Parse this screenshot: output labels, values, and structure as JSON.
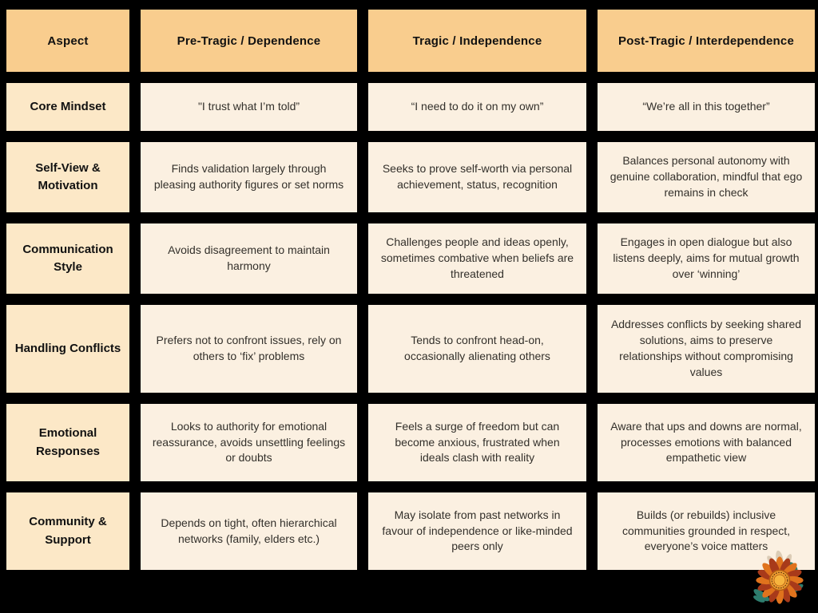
{
  "table": {
    "headers": [
      "Aspect",
      "Pre-Tragic / Dependence",
      "Tragic / Independence",
      "Post-Tragic / Interdependence"
    ],
    "rows": [
      {
        "label": "Core Mindset",
        "cells": [
          "\"I trust what I’m told”",
          "“I need to do it on my own”",
          "“We’re all in this together”"
        ]
      },
      {
        "label": "Self-View & Motivation",
        "cells": [
          "Finds validation largely through pleasing authority figures or set norms",
          "Seeks to prove self-worth via personal achievement, status, recognition",
          "Balances personal autonomy with genuine collaboration, mindful that ego remains in check"
        ]
      },
      {
        "label": "Communication Style",
        "cells": [
          "Avoids disagreement to maintain harmony",
          "Challenges people and ideas openly, sometimes combative when beliefs are threatened",
          "Engages in open dialogue but also listens deeply, aims for mutual growth over ‘winning’"
        ]
      },
      {
        "label": "Handling Conflicts",
        "cells": [
          "Prefers not to confront issues, rely on others to ‘fix’ problems",
          "Tends to confront head-on, occasionally alienating others",
          "Addresses conflicts by seeking shared solutions, aims to preserve relationships without compromising values"
        ]
      },
      {
        "label": "Emotional Responses",
        "cells": [
          "Looks to authority for emotional reassurance, avoids unsettling feelings or doubts",
          "Feels a surge of freedom but can become anxious, frustrated when ideals clash with reality",
          "Aware that ups and downs are normal, processes emotions with balanced empathetic view"
        ]
      },
      {
        "label": "Community & Support",
        "cells": [
          "Depends on tight, often hierarchical networks (family, elders etc.)",
          "May isolate from past networks in favour of independence or like-minded peers only",
          "Builds (or rebuilds) inclusive communities grounded in respect, everyone’s voice matters"
        ]
      }
    ]
  },
  "logo": {
    "name": "sunflower-logo"
  },
  "colors": {
    "background": "#000000",
    "header_cell": "#f9cd8e",
    "row_label_cell": "#fce8c7",
    "content_cell": "#fbf0e1",
    "text": "#111111",
    "logo_petal_orange": "#e0731d",
    "logo_petal_red": "#a83a1a",
    "logo_center": "#f0a032",
    "logo_leaf_teal": "#2e7d6e"
  }
}
